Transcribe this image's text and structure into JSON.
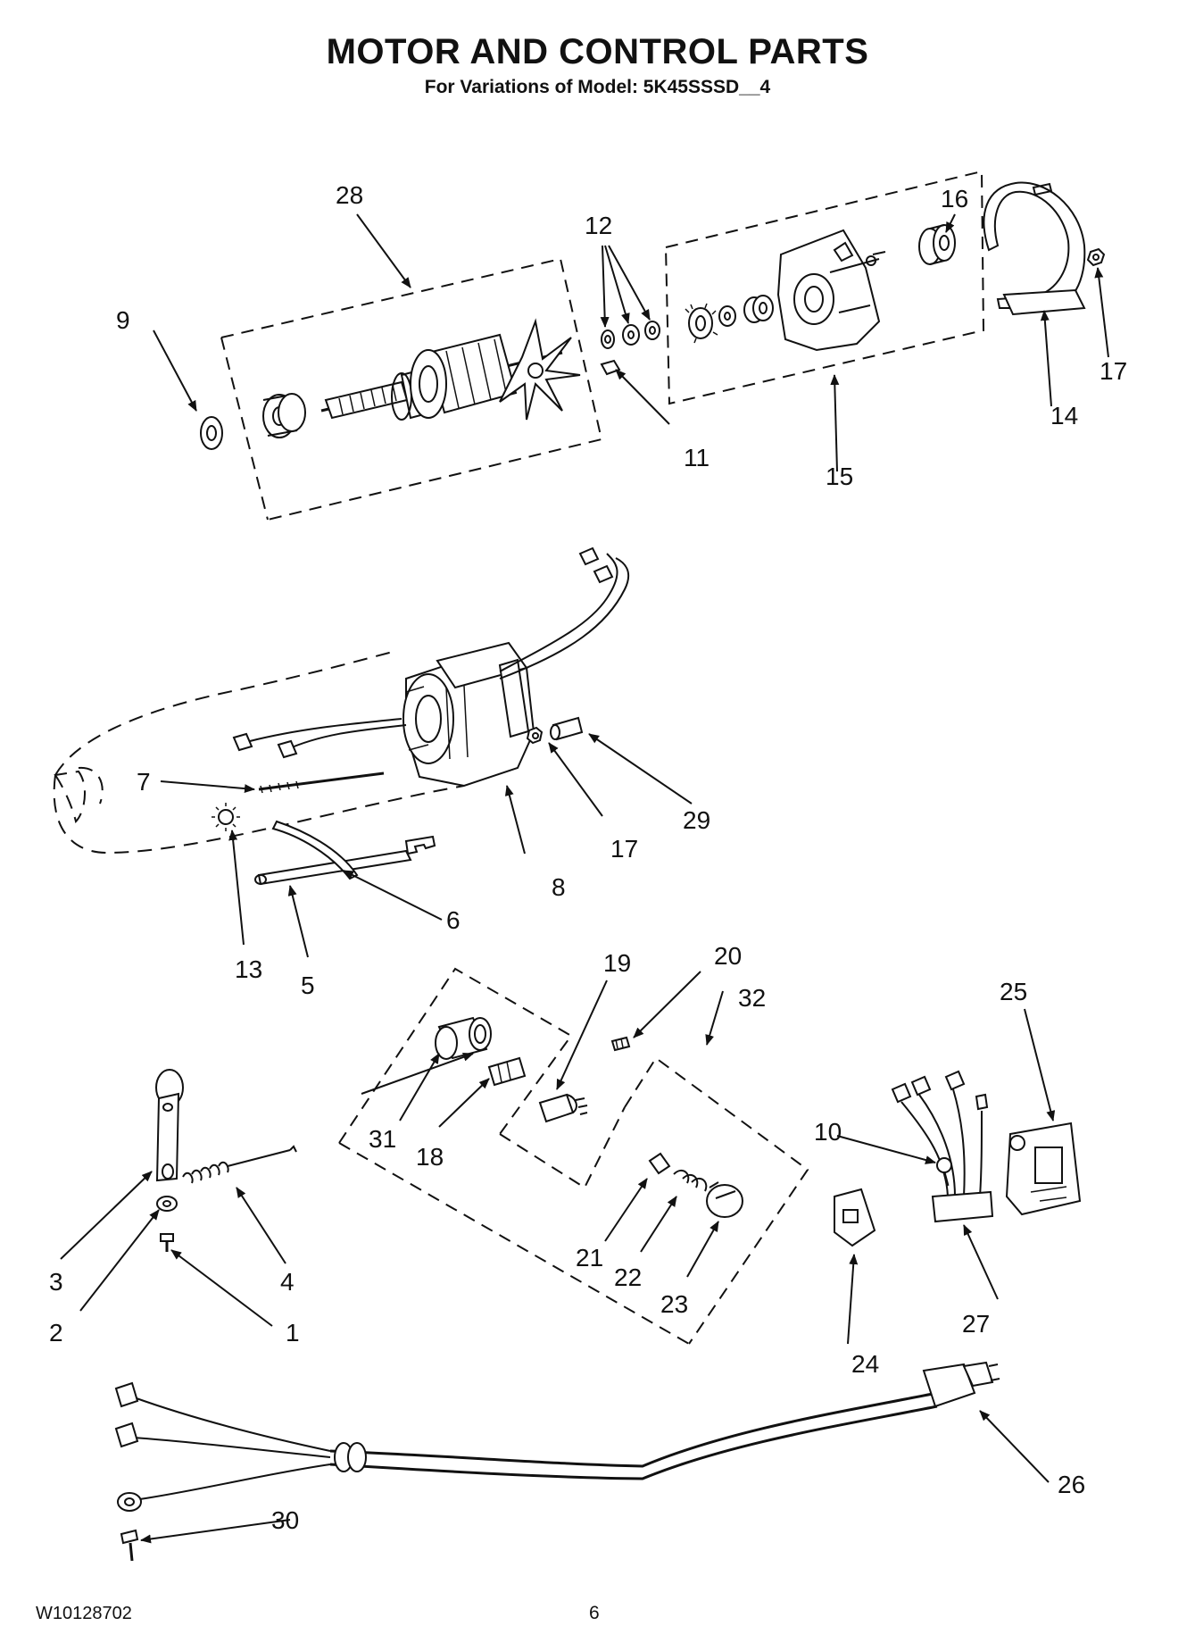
{
  "header": {
    "title": "MOTOR AND CONTROL PARTS",
    "subtitle": "For Variations of Model: 5K45SSSD__4"
  },
  "footer": {
    "doc_number": "W10128702",
    "page_number": "6"
  },
  "callouts": {
    "c1": "1",
    "c2": "2",
    "c3": "3",
    "c4": "4",
    "c5": "5",
    "c6": "6",
    "c7": "7",
    "c8": "8",
    "c9": "9",
    "c10": "10",
    "c11": "11",
    "c12": "12",
    "c13": "13",
    "c14": "14",
    "c15": "15",
    "c16": "16",
    "c17a": "17",
    "c17b": "17",
    "c18": "18",
    "c19": "19",
    "c20": "20",
    "c21": "21",
    "c22": "22",
    "c23": "23",
    "c24": "24",
    "c25": "25",
    "c26": "26",
    "c27": "27",
    "c28": "28",
    "c29": "29",
    "c30": "30",
    "c31": "31",
    "c32": "32"
  }
}
